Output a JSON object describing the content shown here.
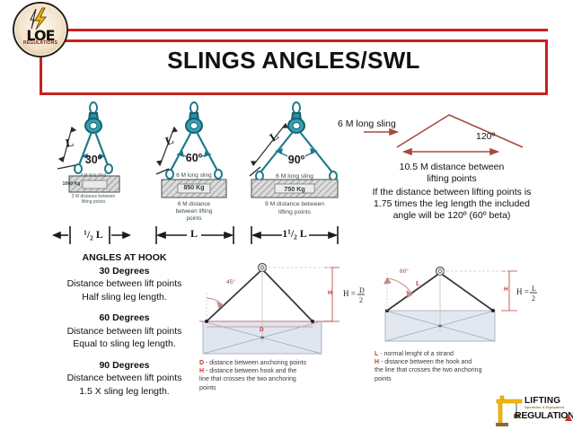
{
  "header": {
    "title": "SLINGS ANGLES/SWL",
    "logo": {
      "name": "LOE",
      "sub": "REGULATIONS",
      "bolt_icon": "lightning-bolt"
    }
  },
  "figures": [
    {
      "angle": "30º",
      "leg_label": "L",
      "sling_note": "6 M long sling",
      "load": "1000 Kg",
      "distance_note_l1": "3 M distance between",
      "distance_note_l2": "lifting points",
      "span_label": "¹/₂ L"
    },
    {
      "angle": "60º",
      "leg_label": "L",
      "sling_note": "6 M long sling",
      "load": "850 Kg",
      "distance_note_l1": "6 M distance",
      "distance_note_l2": "between lifting",
      "distance_note_l3": "points",
      "span_label": "L"
    },
    {
      "angle": "90º",
      "leg_label": "L",
      "sling_note": "6 M long sling",
      "load": "750 Kg",
      "distance_note_l1": "9 M distance  between",
      "distance_note_l2": "lifting points",
      "span_label": "1¹/₂ L"
    }
  ],
  "right_panel": {
    "sling_label": "6 M long sling",
    "angle_label": "120º",
    "distance_line1": "10.5 M distance between",
    "distance_line2": "lifting points",
    "rule_line1": "If the distance between lifting points is",
    "rule_line2": "1.75 times the leg length the included",
    "rule_line3": "angle will be 120º (60º beta)"
  },
  "angles_block": {
    "heading": "ANGLES AT HOOK",
    "items": [
      {
        "title": "30 Degrees",
        "line1": "Distance between lift points",
        "line2": "Half sling leg length."
      },
      {
        "title": "60 Degrees",
        "line1": "Distance between lift points",
        "line2": "Equal to sling leg length."
      },
      {
        "title": "90 Degrees",
        "line1": "Distance between lift points",
        "line2": "1.5 X sling leg length."
      }
    ]
  },
  "diagram_a": {
    "angle": "45°",
    "d_label": "D",
    "h_label": "H",
    "formula_h": "H =",
    "formula_num": "D",
    "formula_den": "2",
    "caption_l1_key": "D",
    "caption_l1": " - distance between anchoring points",
    "caption_l2_key": "H",
    "caption_l2": " - distance between hook and the",
    "caption_l3": "line that crosses the two anchoring",
    "caption_l4": "points"
  },
  "diagram_b": {
    "angle": "60°",
    "l_label": "L",
    "h_label": "H",
    "formula_h": "H =",
    "formula_num": "L",
    "formula_den": "2",
    "caption_l1_key": "L",
    "caption_l1": " - normal lenght of a strand",
    "caption_l2_key": "H",
    "caption_l2": " - distance between the hook and",
    "caption_l3": "the line that crosses the two anchoring",
    "caption_l4": "points"
  },
  "footer_logo": {
    "lifting": "LIFTING",
    "sub": "Operation & Equipment",
    "regulations": "REGULATIONS",
    "icon": "crane-icon"
  },
  "colors": {
    "accent_red": "#C9211E",
    "scan_teal": "#1f7a8c",
    "diagram_red": "#b5534a",
    "crane_yellow": "#f2b705"
  }
}
